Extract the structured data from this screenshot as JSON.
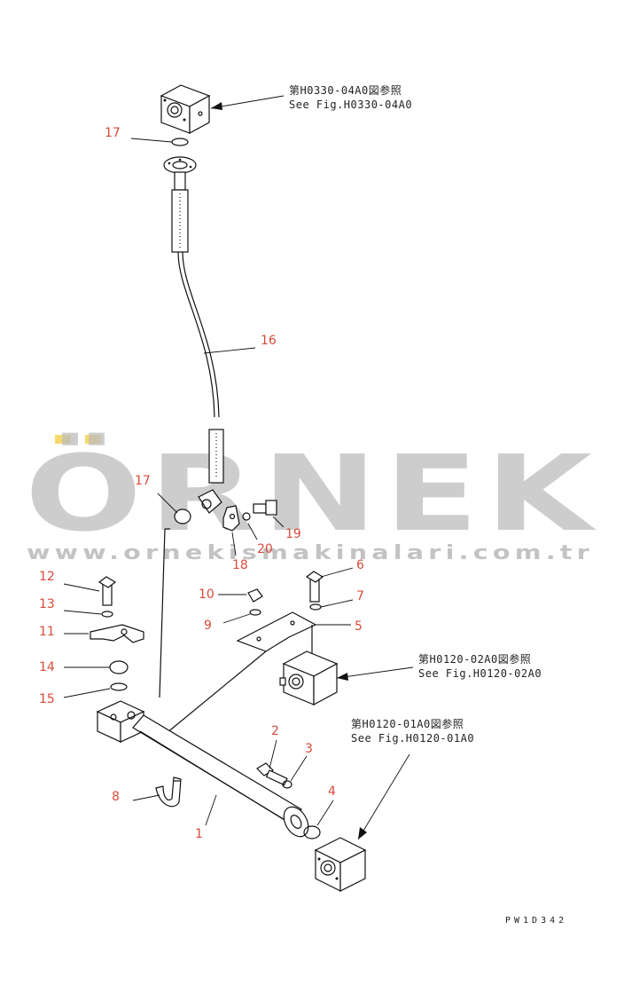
{
  "watermark": {
    "brand": "ÖRNEK",
    "url": "www.ornekismakinalari.com.tr"
  },
  "references": [
    {
      "jp": "第H0330-04A0図参照",
      "en": "See Fig.H0330-04A0"
    },
    {
      "jp": "第H0120-02A0図参照",
      "en": "See Fig.H0120-02A0"
    },
    {
      "jp": "第H0120-01A0図参照",
      "en": "See Fig.H0120-01A0"
    }
  ],
  "callouts": {
    "c1": "1",
    "c2": "2",
    "c3": "3",
    "c4": "4",
    "c5": "5",
    "c6": "6",
    "c7": "7",
    "c8": "8",
    "c9": "9",
    "c10": "10",
    "c11": "11",
    "c12": "12",
    "c13": "13",
    "c14": "14",
    "c15": "15",
    "c16": "16",
    "c17a": "17",
    "c17b": "17",
    "c18": "18",
    "c19": "19",
    "c20": "20"
  },
  "drawing_code": "PW1D342",
  "colors": {
    "callout": "#d84a3a",
    "line": "#111111",
    "watermark": "#bdbdbd"
  }
}
